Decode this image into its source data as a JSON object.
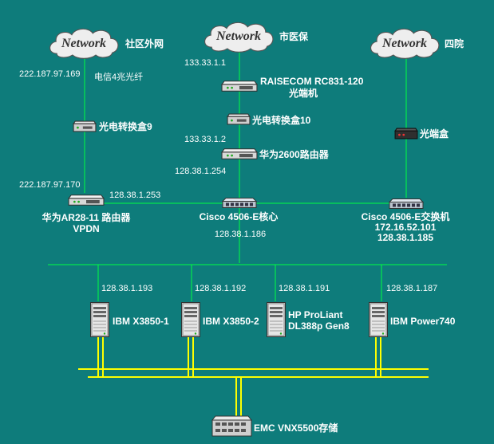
{
  "colors": {
    "background": "#0e7c7b",
    "line": "#00ff40",
    "bus": "#ffff00",
    "text": "#ffffff",
    "cloud": "#eeeeee"
  },
  "clouds": [
    {
      "text": "Network",
      "label": "社区外网"
    },
    {
      "text": "Network",
      "label": "市医保"
    },
    {
      "text": "Network",
      "label": "四院"
    }
  ],
  "link_labels": {
    "left_ip": "222.187.97.169",
    "left_link": "电信4兆光纤",
    "mid_ip": "133.33.1.1"
  },
  "devices": {
    "raisecom": {
      "line1": "RAISECOM RC831-120",
      "line2": "光端机"
    },
    "converter10": {
      "label": "光电转换盒10",
      "ip_below": "133.33.1.2"
    },
    "converter9": {
      "label": "光电转换盒9"
    },
    "huawei2600": {
      "label": "华为2600路由器",
      "ip": "128.38.1.254"
    },
    "optical_box": {
      "label": "光端盒"
    },
    "ar28": {
      "ip_top": "222.187.97.170",
      "ip_right": "128.38.1.253",
      "line1": "华为AR28-11 路由器",
      "line2": "VPDN"
    },
    "core": {
      "label": "Cisco 4506-E核心",
      "ip": "128.38.1.186"
    },
    "access": {
      "line1": "Cisco 4506-E交换机",
      "line2": "172.16.52.101",
      "line3": "128.38.1.185"
    },
    "servers": [
      {
        "ip": "128.38.1.193",
        "line1": "IBM X3850-1",
        "line2": ""
      },
      {
        "ip": "128.38.1.192",
        "line1": "IBM X3850-2",
        "line2": ""
      },
      {
        "ip": "128.38.1.191",
        "line1": "HP ProLiant",
        "line2": "DL388p Gen8"
      },
      {
        "ip": "128.38.1.187",
        "line1": "IBM Power740",
        "line2": ""
      }
    ],
    "storage": {
      "label": "EMC VNX5500存储"
    }
  }
}
